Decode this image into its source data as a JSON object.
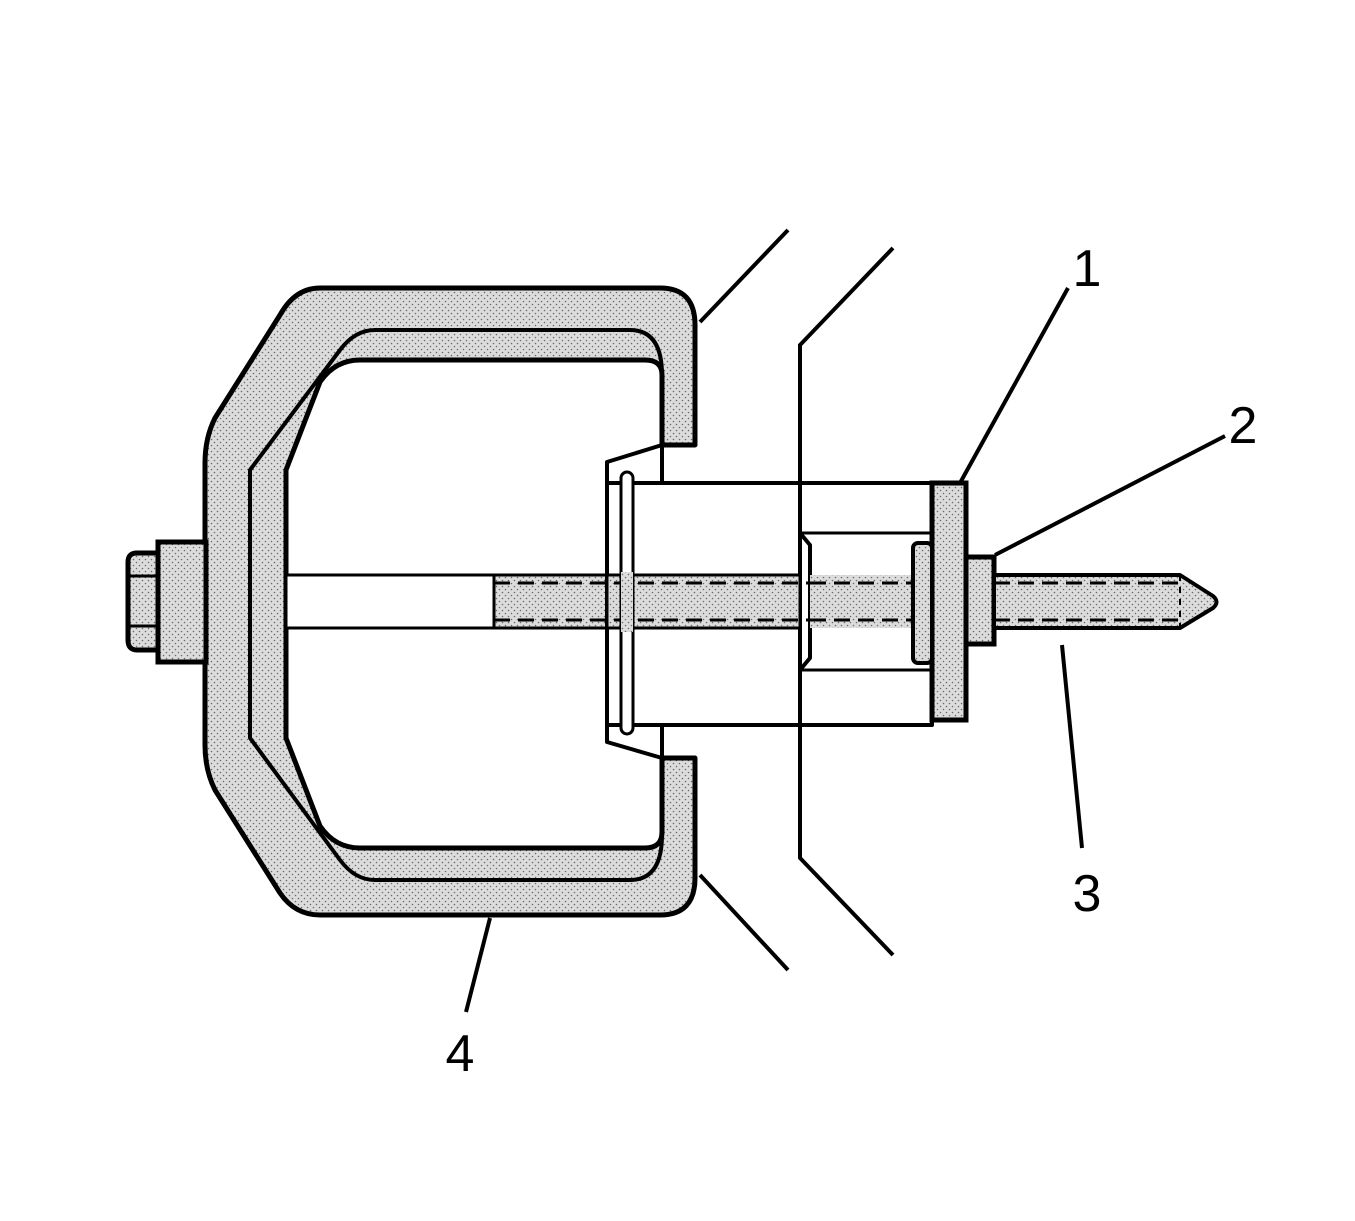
{
  "callouts": {
    "c1": "1",
    "c2": "2",
    "c3": "3",
    "c4": "4"
  },
  "colors": {
    "line": "#000000",
    "fill_stipple": "#d9d9d9",
    "dot": "#6a6a6a",
    "background": "#ffffff"
  }
}
